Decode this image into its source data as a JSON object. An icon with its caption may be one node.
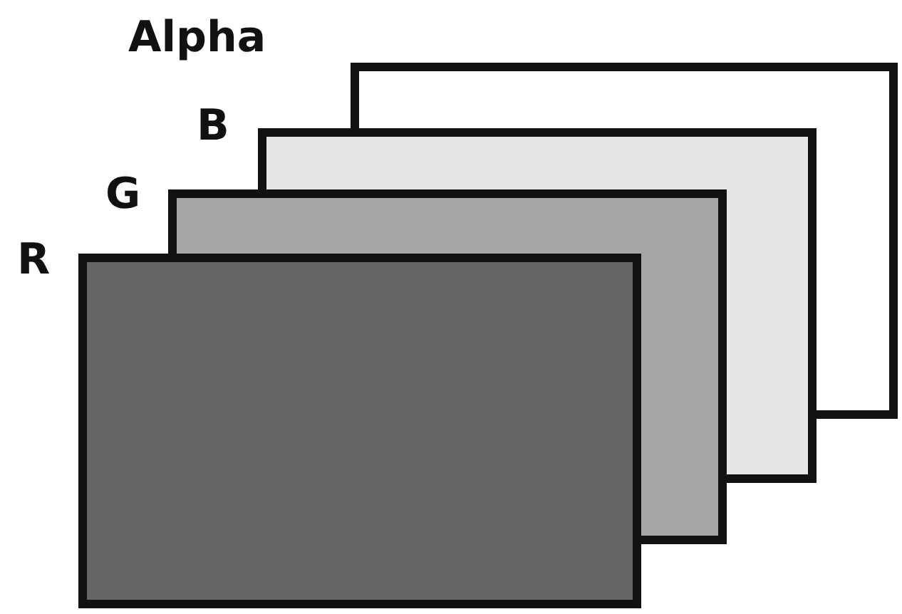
{
  "diagram": {
    "nodes": [
      {
        "text": [
          "Alpha"
        ]
      },
      {
        "text": [
          "B"
        ]
      },
      {
        "text": [
          "G"
        ]
      },
      {
        "text": [
          "R"
        ]
      }
    ]
  }
}
